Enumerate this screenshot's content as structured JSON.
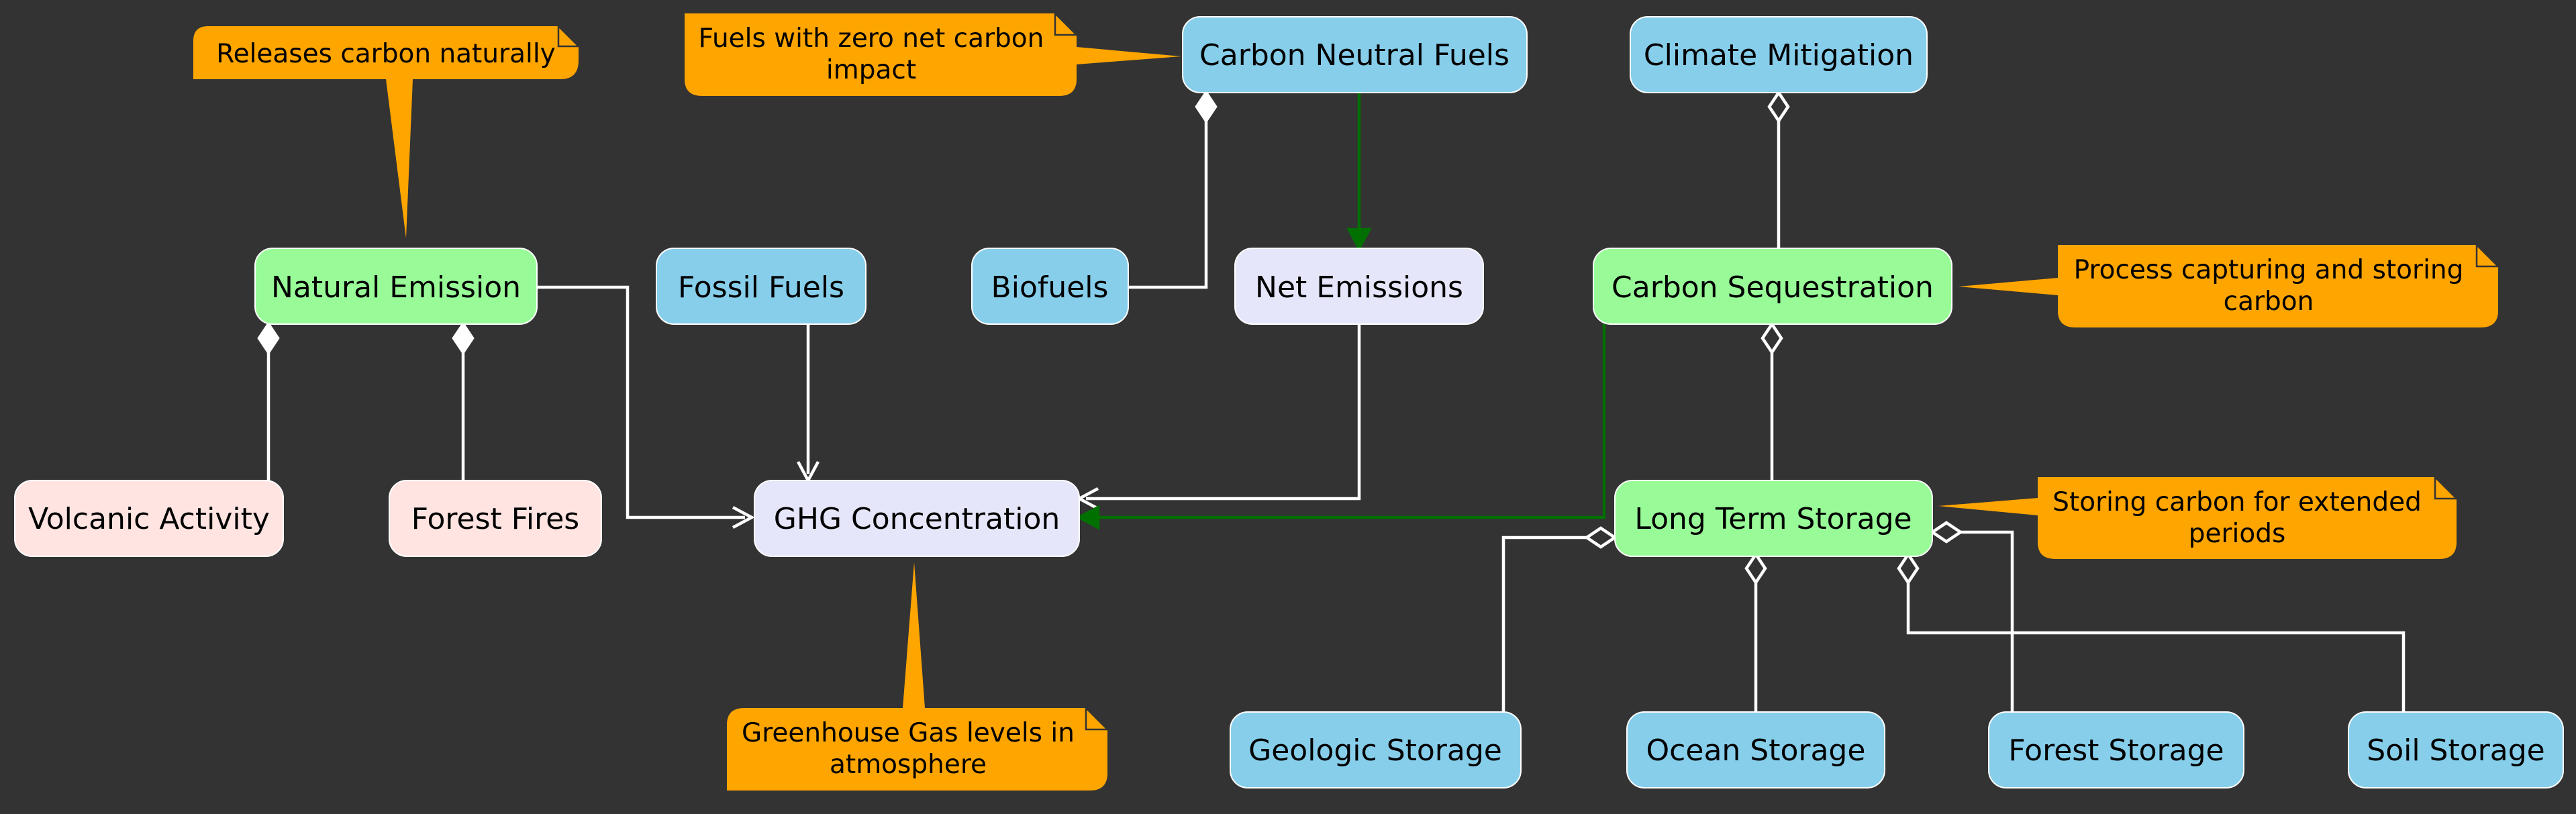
{
  "colors": {
    "background": "#333333",
    "blue_node": "#87CEEB",
    "green_node": "#98FB98",
    "lavender_node": "#E6E6FA",
    "pink_node": "#FFE4E1",
    "note": "#FFA500",
    "edge": "#FFFFFF",
    "edge_green": "#007000"
  },
  "nodes": {
    "natural_emission": "Natural Emission",
    "fossil_fuels": "Fossil Fuels",
    "biofuels": "Biofuels",
    "carbon_neutral_fuels": "Carbon Neutral Fuels",
    "net_emissions": "Net Emissions",
    "climate_mitigation": "Climate Mitigation",
    "carbon_sequestration": "Carbon Sequestration",
    "volcanic_activity": "Volcanic Activity",
    "forest_fires": "Forest Fires",
    "ghg_concentration": "GHG Concentration",
    "long_term_storage": "Long Term Storage",
    "geologic_storage": "Geologic Storage",
    "ocean_storage": "Ocean Storage",
    "forest_storage": "Forest Storage",
    "soil_storage": "Soil Storage"
  },
  "notes": {
    "natural_emission": [
      "Releases carbon naturally"
    ],
    "carbon_neutral_fuels": [
      "Fuels with zero net carbon",
      "impact"
    ],
    "carbon_sequestration": [
      "Process capturing and storing",
      "carbon"
    ],
    "long_term_storage": [
      "Storing carbon for extended",
      "periods"
    ],
    "ghg_concentration": [
      "Greenhouse Gas levels in",
      "atmosphere"
    ]
  },
  "relations": [
    {
      "from": "natural_emission",
      "to": "ghg_concentration",
      "type": "arrow"
    },
    {
      "from": "fossil_fuels",
      "to": "ghg_concentration",
      "type": "arrow"
    },
    {
      "from": "net_emissions",
      "to": "ghg_concentration",
      "type": "arrow"
    },
    {
      "from": "carbon_sequestration",
      "to": "ghg_concentration",
      "type": "arrow",
      "color": "green"
    },
    {
      "from": "carbon_neutral_fuels",
      "to": "net_emissions",
      "type": "arrow",
      "color": "green"
    },
    {
      "from": "carbon_neutral_fuels",
      "to": "biofuels",
      "type": "composition"
    },
    {
      "from": "natural_emission",
      "to": "volcanic_activity",
      "type": "composition"
    },
    {
      "from": "natural_emission",
      "to": "forest_fires",
      "type": "composition"
    },
    {
      "from": "climate_mitigation",
      "to": "carbon_sequestration",
      "type": "aggregation"
    },
    {
      "from": "carbon_sequestration",
      "to": "long_term_storage",
      "type": "aggregation"
    },
    {
      "from": "long_term_storage",
      "to": "geologic_storage",
      "type": "aggregation"
    },
    {
      "from": "long_term_storage",
      "to": "ocean_storage",
      "type": "aggregation"
    },
    {
      "from": "long_term_storage",
      "to": "forest_storage",
      "type": "aggregation"
    },
    {
      "from": "long_term_storage",
      "to": "soil_storage",
      "type": "aggregation"
    }
  ]
}
